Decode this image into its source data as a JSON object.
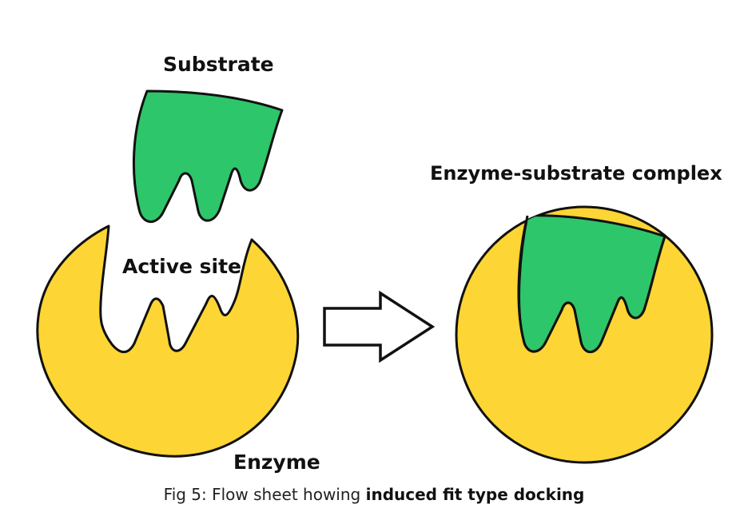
{
  "labels": {
    "substrate": "Substrate",
    "complex": "Enzyme-substrate complex",
    "active_site": "Active site",
    "enzyme": "Enzyme"
  },
  "caption": {
    "prefix": "Fig 5: Flow sheet howing ",
    "emphasis": "induced fit type docking"
  },
  "colors": {
    "enzyme_fill": "#FDD535",
    "substrate_fill": "#2DC66A",
    "outline": "#111111",
    "background": "#FFFFFF"
  }
}
